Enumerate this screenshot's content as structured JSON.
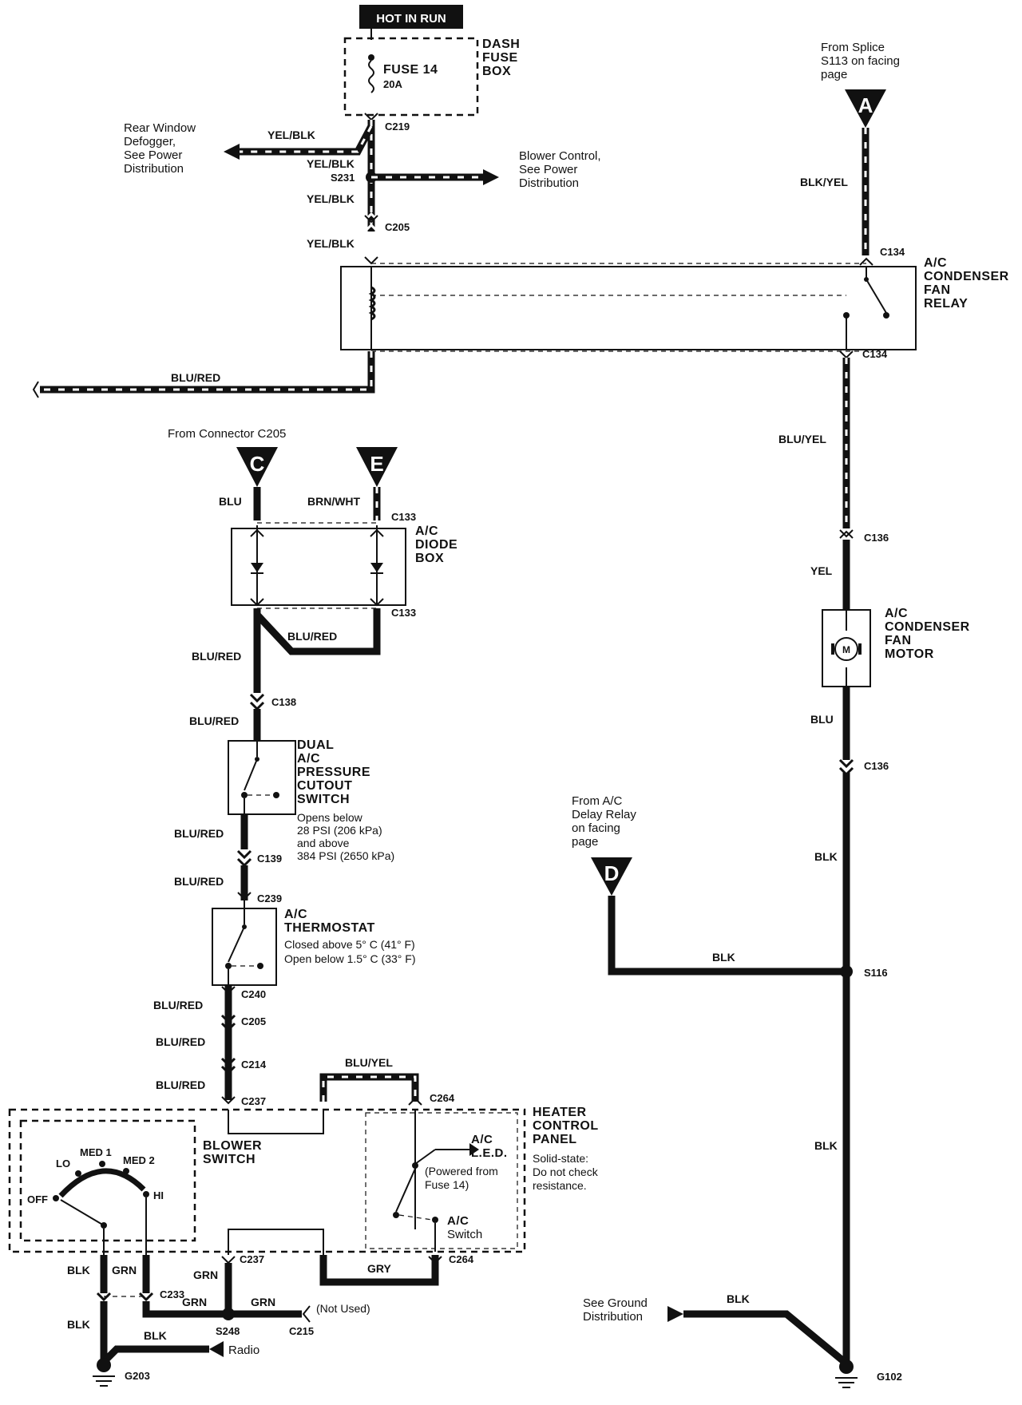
{
  "header": {
    "hot_in_run": "HOT IN RUN"
  },
  "fuse_box": {
    "title_line1": "DASH",
    "title_line2": "FUSE",
    "title_line3": "BOX",
    "fuse_label": "FUSE 14",
    "fuse_rating": "20A"
  },
  "connectors": {
    "c219": "C219",
    "s231": "S231",
    "c205a": "C205",
    "c134a": "C134",
    "c134b": "C134",
    "c133a": "C133",
    "c133b": "C133",
    "c138": "C138",
    "c139": "C139",
    "c239": "C239",
    "c240": "C240",
    "c205b": "C205",
    "c214": "C214",
    "c237a": "C237",
    "c264a": "C264",
    "c237b": "C237",
    "c264b": "C264",
    "c233": "C233",
    "s248": "S248",
    "c215": "C215",
    "c136a": "C136",
    "c136b": "C136",
    "s116": "S116",
    "g102": "G102",
    "g203": "G203"
  },
  "wires": {
    "yel_blk_1": "YEL/BLK",
    "yel_blk_2": "YEL/BLK",
    "yel_blk_3": "YEL/BLK",
    "yel_blk_4": "YEL/BLK",
    "blu_red_top": "BLU/RED",
    "blk_yel": "BLK/YEL",
    "blu_yel_right": "BLU/YEL",
    "yel": "YEL",
    "blu_right": "BLU",
    "blk_right_1": "BLK",
    "blk_s116": "BLK",
    "blk_right_2": "BLK",
    "blk_ground": "BLK",
    "blu": "BLU",
    "brn_wht": "BRN/WHT",
    "blu_red_diode": "BLU/RED",
    "blu_red_1": "BLU/RED",
    "blu_red_2": "BLU/RED",
    "blu_red_3": "BLU/RED",
    "blu_red_4": "BLU/RED",
    "blu_red_5": "BLU/RED",
    "blu_red_6": "BLU/RED",
    "blu_red_7": "BLU/RED",
    "blu_yel_top": "BLU/YEL",
    "gry": "GRY",
    "blk_l1": "BLK",
    "grn_l1": "GRN",
    "grn_l2": "GRN",
    "grn_l3": "GRN",
    "grn_l4": "GRN",
    "blk_l2": "BLK",
    "blk_l3": "BLK"
  },
  "labels": {
    "rear_window": [
      "Rear Window",
      "Defogger,",
      "See Power",
      "Distribution"
    ],
    "blower_control": [
      "Blower Control,",
      "See Power",
      "Distribution"
    ],
    "from_splice": [
      "From Splice",
      "S113 on facing",
      "page"
    ],
    "from_c205": "From Connector C205",
    "from_delay": [
      "From A/C",
      "Delay Relay",
      "on facing",
      "page"
    ],
    "see_ground": [
      "See Ground",
      "Distribution"
    ],
    "not_used": "(Not Used)",
    "radio": "Radio"
  },
  "components": {
    "relay": [
      "A/C",
      "CONDENSER",
      "FAN",
      "RELAY"
    ],
    "diode_box": [
      "A/C",
      "DIODE",
      "BOX"
    ],
    "fan_motor": [
      "A/C",
      "CONDENSER",
      "FAN",
      "MOTOR"
    ],
    "motor_symbol": "M",
    "pressure_switch": [
      "DUAL",
      "A/C",
      "PRESSURE",
      "CUTOUT",
      "SWITCH"
    ],
    "pressure_note": [
      "Opens below",
      "28 PSI (206 kPa)",
      "and above",
      "384 PSI (2650 kPa)"
    ],
    "thermostat": [
      "A/C",
      "THERMOSTAT"
    ],
    "thermostat_note": [
      "Closed above 5° C (41° F)",
      "Open below 1.5° C (33° F)"
    ],
    "heater_panel": [
      "HEATER",
      "CONTROL",
      "PANEL"
    ],
    "heater_note": [
      "Solid-state:",
      "Do not check",
      "resistance."
    ],
    "blower_switch": [
      "BLOWER",
      "SWITCH"
    ],
    "blower_positions": {
      "off": "OFF",
      "lo": "LO",
      "med1": "MED 1",
      "med2": "MED 2",
      "hi": "HI"
    },
    "ac_led": [
      "A/C",
      "L.E.D."
    ],
    "led_note": [
      "(Powered from",
      "Fuse 14)"
    ],
    "ac_switch": [
      "A/C",
      "Switch"
    ]
  },
  "terminals": {
    "a": "A",
    "c": "C",
    "e": "E",
    "d": "D"
  }
}
